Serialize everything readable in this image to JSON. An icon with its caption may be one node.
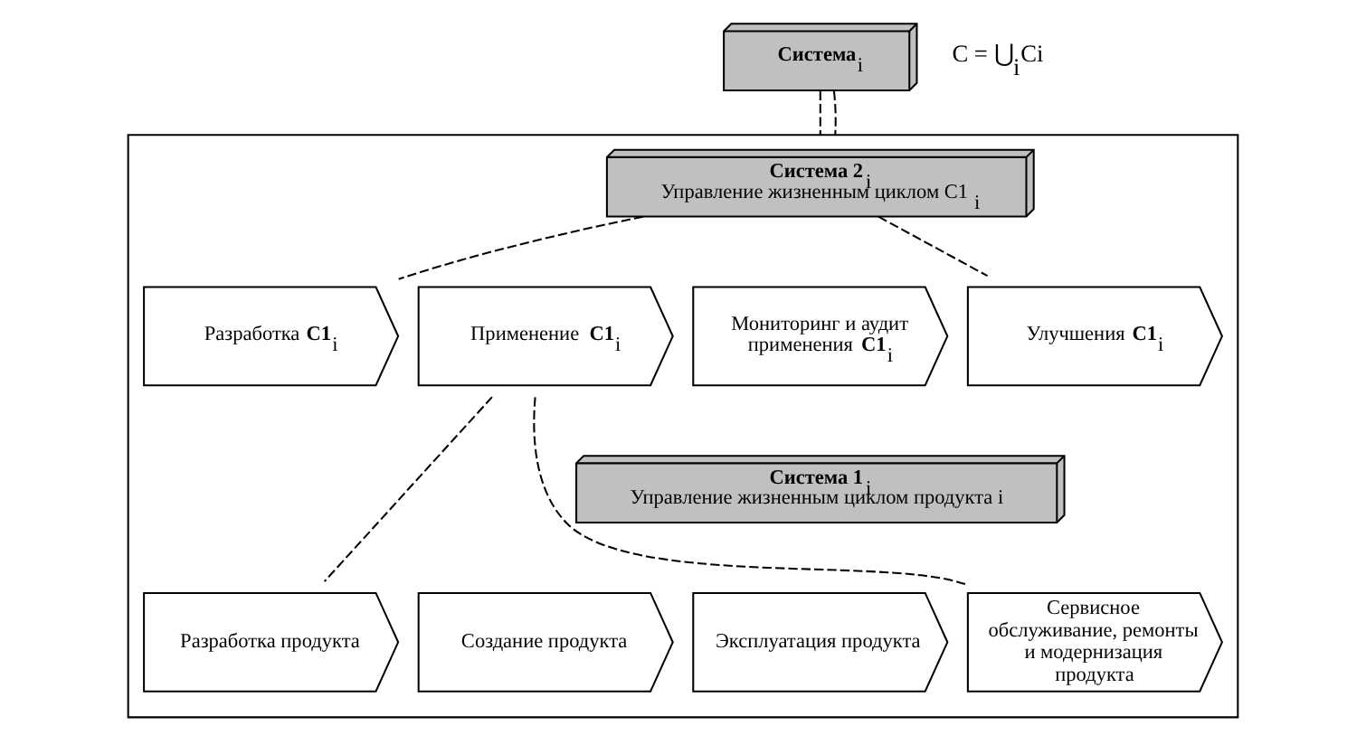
{
  "diagram": {
    "nodes": [
      {
        "text": [
          "**Система**$_{i}$"
        ]
      },
      {
        "text": [],
        "shape": "box"
      },
      {
        "text": [
          "**Система 2**$_{i}$",
          "Управление жизненным циклом C1$_{i}$"
        ],
        "in": 1
      },
      {
        "text": [
          "Разработка **C1**$_{i}$"
        ],
        "in": 1
      },
      {
        "text": [
          "Применение **C1**$_{i}$"
        ],
        "in": 1
      },
      {
        "text": [
          "Мониторинг и аудит применения **C1**$_{i}$"
        ],
        "in": 1
      },
      {
        "text": [
          "Улучшения **C1**$_{i}$"
        ],
        "in": 1
      },
      {
        "text": [
          "**Система 1**$_{i}$",
          "Управление жизненным циклом продукта i"
        ],
        "in": 1
      },
      {
        "text": [
          "Разработка продукта"
        ],
        "in": 1
      },
      {
        "text": [
          "Создание продукта"
        ],
        "in": 1
      },
      {
        "text": [
          "Эксплуатация продукта"
        ],
        "in": 1
      },
      {
        "text": [
          "Сервисное обслуживание, ремонты и модернизация продукта"
        ],
        "in": 1
      }
    ],
    "edges": [
      {
        "from": 0,
        "to": 1,
        "arrow": "none",
        "style": "dashed"
      },
      {
        "from": 0,
        "to": 1,
        "arrow": "none",
        "style": "dashed"
      },
      {
        "from": 2,
        "to": 3,
        "arrow": "none",
        "style": "dashed"
      },
      {
        "from": 2,
        "to": 6,
        "arrow": "none",
        "style": "dashed"
      },
      {
        "from": 4,
        "to": 8,
        "arrow": "none",
        "style": "dashed"
      },
      {
        "from": 4,
        "to": 11,
        "arrow": "none",
        "style": "dashed"
      }
    ],
    "labels": [
      "C = ⋃$_{i}$Ci"
    ]
  }
}
